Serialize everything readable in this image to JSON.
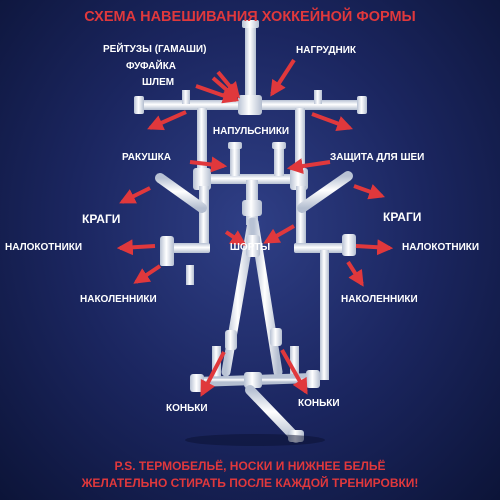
{
  "title": "СХЕМА НАВЕШИВАНИЯ   ХОККЕЙНОЙ ФОРМЫ",
  "labels": {
    "pants": "РЕЙТУЗЫ (ГАМАШИ)",
    "jersey": "ФУФАЙКА",
    "helmet": "ШЛЕМ",
    "chest": "НАГРУДНИК",
    "wrist": "НАПУЛЬСНИКИ",
    "cup": "РАКУШКА",
    "neck": "ЗАЩИТА ДЛЯ ШЕИ",
    "gloves_left": "КРАГИ",
    "gloves_right": "КРАГИ",
    "elbow_left": "НАЛОКОТНИКИ",
    "elbow_right": "НАЛОКОТНИКИ",
    "shorts": "ШОРТЫ",
    "knee_left": "НАКОЛЕННИКИ",
    "knee_right": "НАКОЛЕННИКИ",
    "skates_left": "КОНЬКИ",
    "skates_right": "КОНЬКИ"
  },
  "note_line1": "P.S. ТЕРМОБЕЛЬЁ, НОСКИ И НИЖНЕЕ БЕЛЬЁ",
  "note_line2": "ЖЕЛАТЕЛЬНО СТИРАТЬ ПОСЛЕ КАЖДОЙ ТРЕНИРОВКИ!",
  "colors": {
    "background": "#1b2660",
    "accent": "#e0383c",
    "pipe": "#eef2f8",
    "text": "#ffffff"
  }
}
